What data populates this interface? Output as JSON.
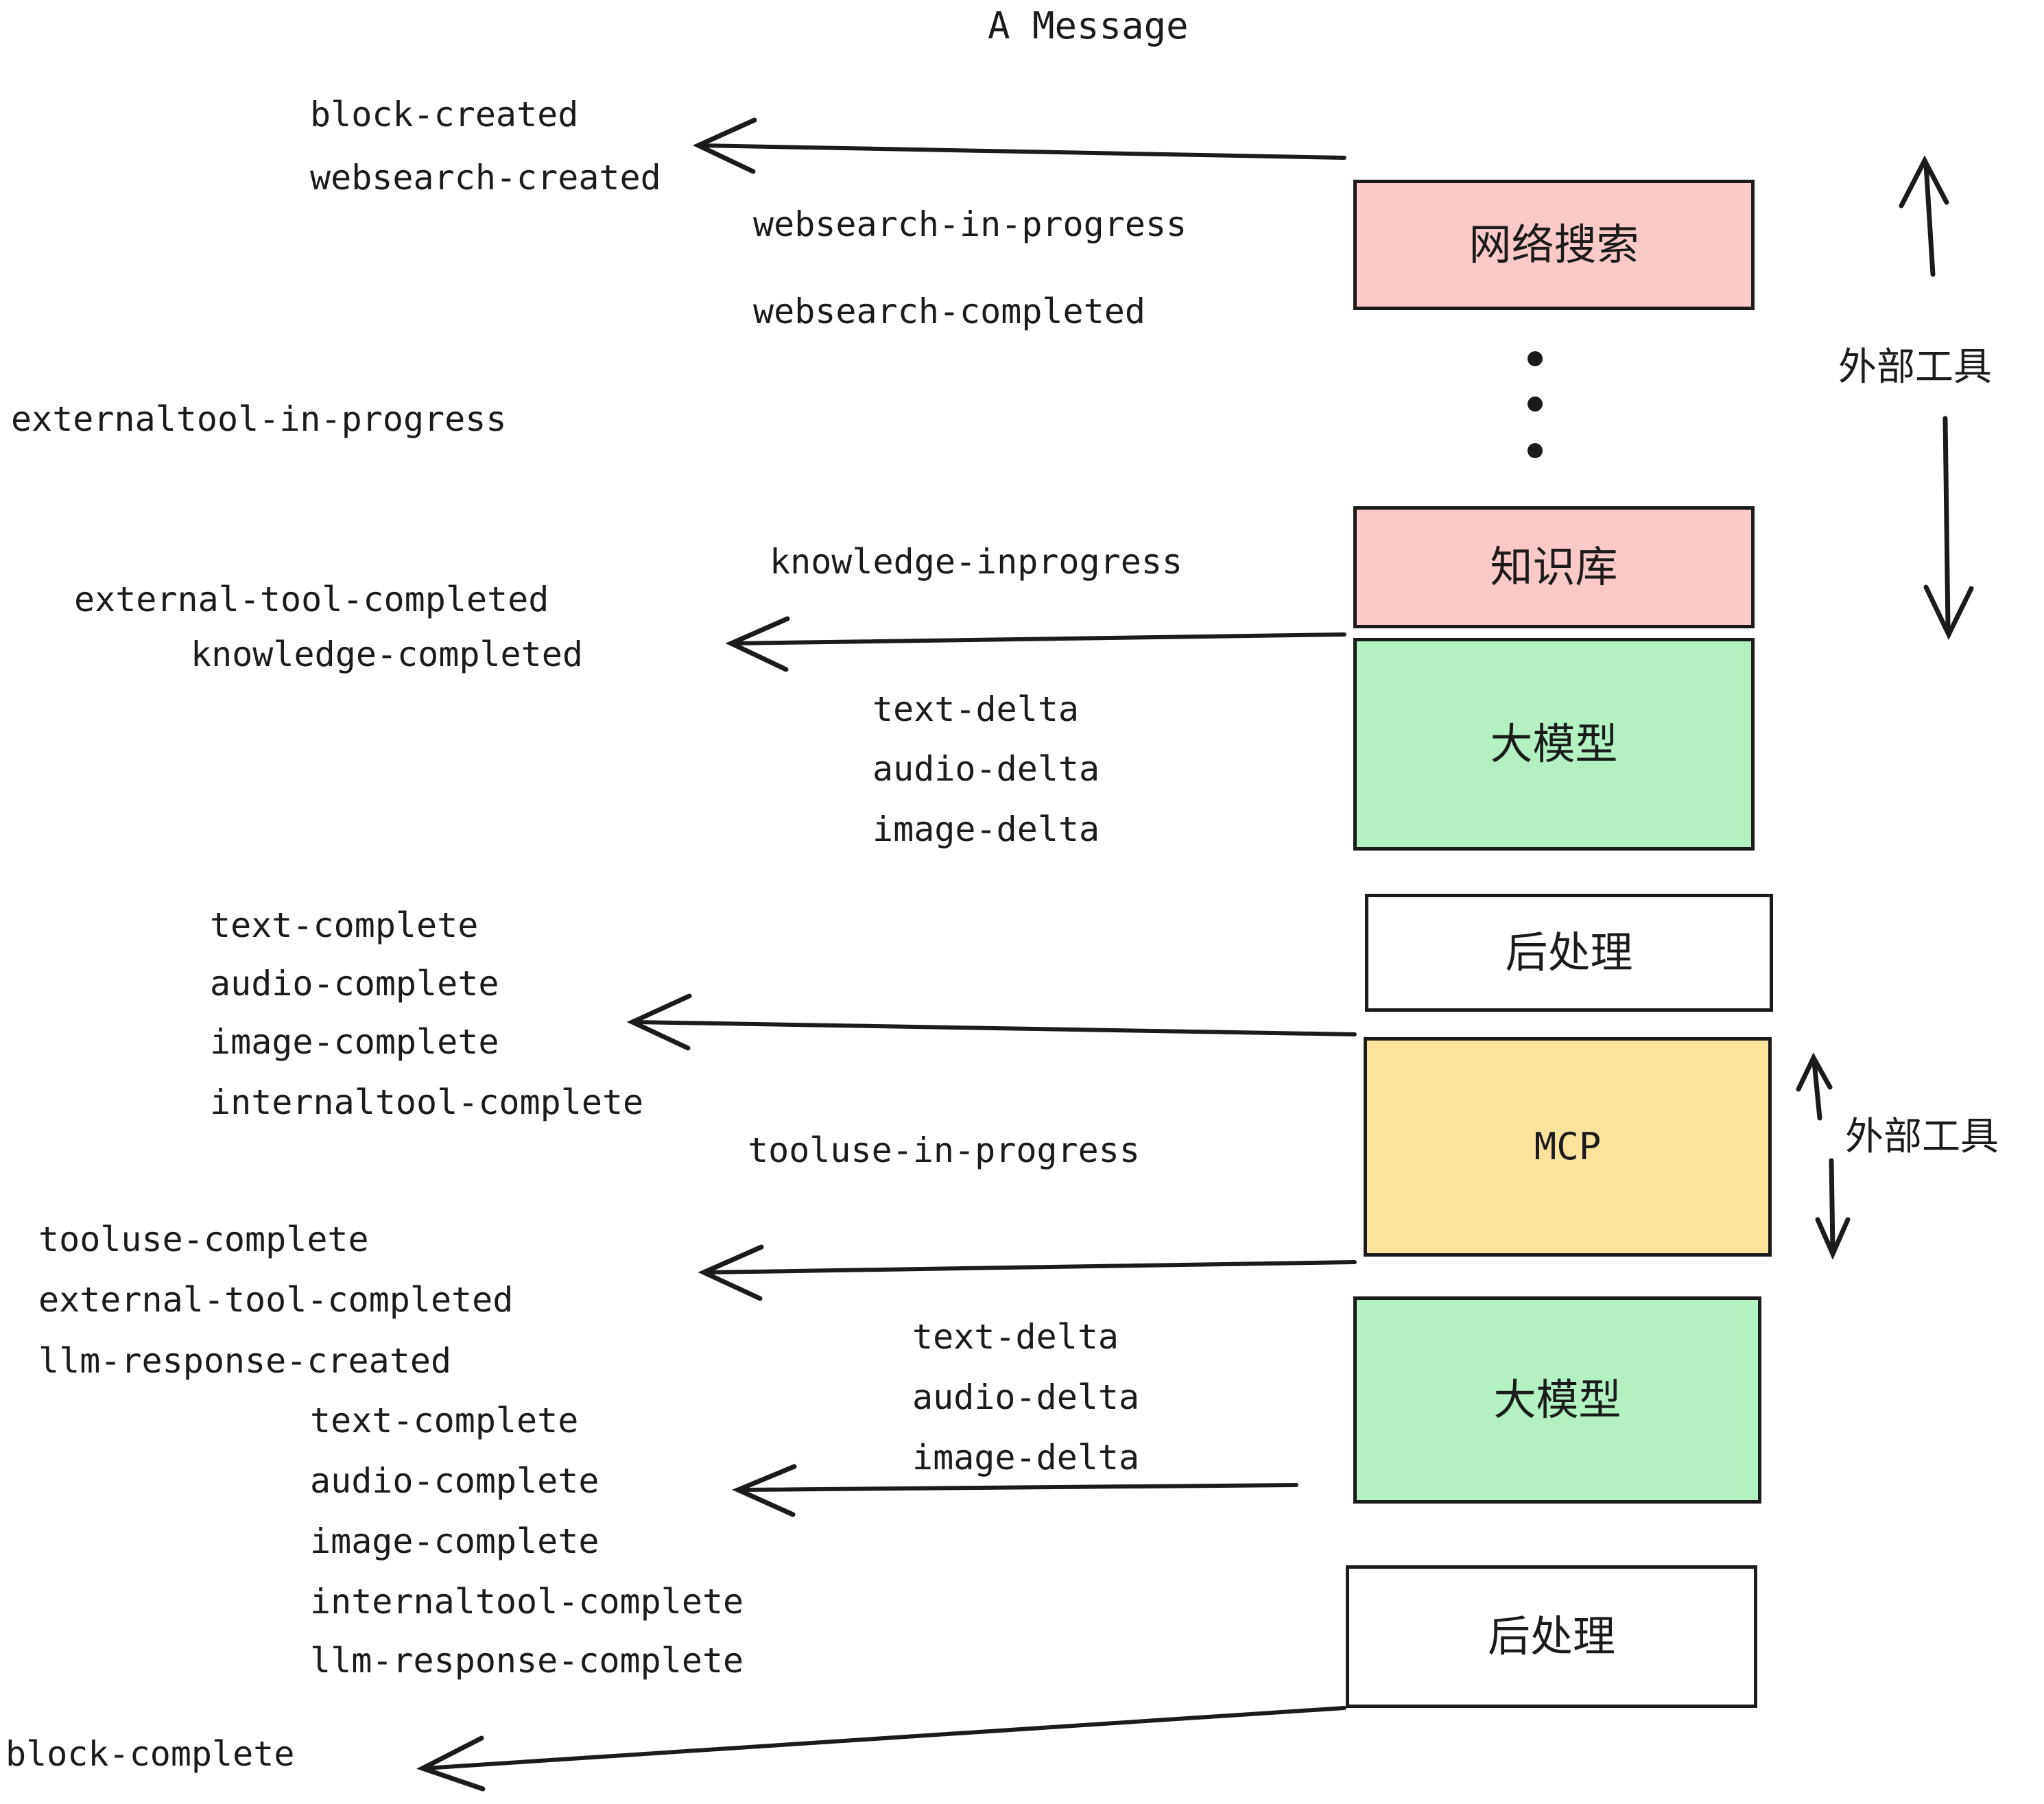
{
  "title": "A Message",
  "events": {
    "block_created": "block-created",
    "websearch_created": "websearch-created",
    "websearch_in_progress": "websearch-in-progress",
    "websearch_completed": "websearch-completed",
    "externaltool_in_progress": "externaltool-in-progress",
    "knowledge_inprogress": "knowledge-inprogress",
    "external_tool_completed_1": "external-tool-completed",
    "knowledge_completed": "knowledge-completed",
    "text_delta_1": "text-delta",
    "audio_delta_1": "audio-delta",
    "image_delta_1": "image-delta",
    "text_complete_1": "text-complete",
    "audio_complete_1": "audio-complete",
    "image_complete_1": "image-complete",
    "internaltool_complete_1": "internaltool-complete",
    "tooluse_in_progress": "tooluse-in-progress",
    "tooluse_complete": "tooluse-complete",
    "external_tool_completed_2": "external-tool-completed",
    "llm_response_created": "llm-response-created",
    "text_delta_2": "text-delta",
    "audio_delta_2": "audio-delta",
    "image_delta_2": "image-delta",
    "text_complete_2": "text-complete",
    "audio_complete_2": "audio-complete",
    "image_complete_2": "image-complete",
    "internaltool_complete_2": "internaltool-complete",
    "llm_response_complete": "llm-response-complete",
    "block_complete": "block-complete"
  },
  "nodes": {
    "websearch": "网络搜索",
    "knowledge_base": "知识库",
    "llm_top": "大模型",
    "postprocess_top": "后处理",
    "mcp": "MCP",
    "llm_bottom": "大模型",
    "postprocess_bottom": "后处理"
  },
  "annotations": {
    "external_tools_top": "外部工具",
    "external_tools_bottom": "外部工具"
  },
  "colors": {
    "pink": "#FCC9C9",
    "green": "#B3F0C2",
    "yellow": "#FAE49C",
    "white": "#FFFFFF",
    "stroke": "#1B1B1B"
  }
}
